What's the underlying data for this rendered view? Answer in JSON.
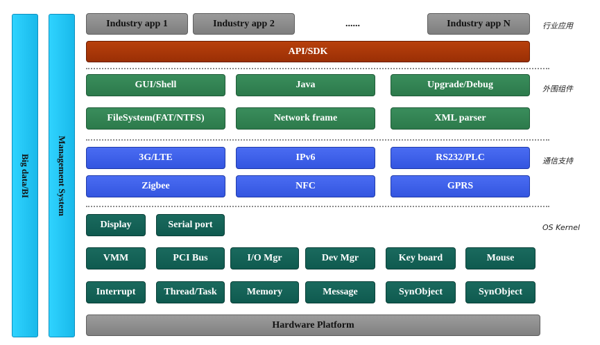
{
  "left_bars": {
    "big_data": "Big data/BI",
    "management": "Management System"
  },
  "industry": {
    "app1": "Industry app 1",
    "app2": "Industry app 2",
    "ellipsis": "......",
    "appN": "Industry app N",
    "side_label": "行业应用"
  },
  "api": {
    "label": "API/SDK"
  },
  "peripheral": {
    "row1": [
      "GUI/Shell",
      "Java",
      "Upgrade/Debug"
    ],
    "row2": [
      "FileSystem(FAT/NTFS)",
      "Network frame",
      "XML parser"
    ],
    "side_label": "外围组件"
  },
  "comm": {
    "row1": [
      "3G/LTE",
      "IPv6",
      "RS232/PLC"
    ],
    "row2": [
      "Zigbee",
      "NFC",
      "GPRS"
    ],
    "side_label": "通信支持"
  },
  "kernel": {
    "row1": [
      "Display",
      "Serial port"
    ],
    "row2": [
      "VMM",
      "PCI Bus",
      "I/O Mgr",
      "Dev Mgr",
      "Key board",
      "Mouse"
    ],
    "row3": [
      "Interrupt",
      "Thread/Task",
      "Memory",
      "Message",
      "SynObject",
      "SynObject"
    ],
    "side_label": "OS Kernel"
  },
  "hardware": {
    "label": "Hardware Platform"
  },
  "colors": {
    "industry": "#8a8a8a",
    "api": "#a8350a",
    "peripheral": "#2f7f4f",
    "comm": "#3d5fe8",
    "kernel": "#135f54",
    "side_bars": "#22c4f2"
  }
}
